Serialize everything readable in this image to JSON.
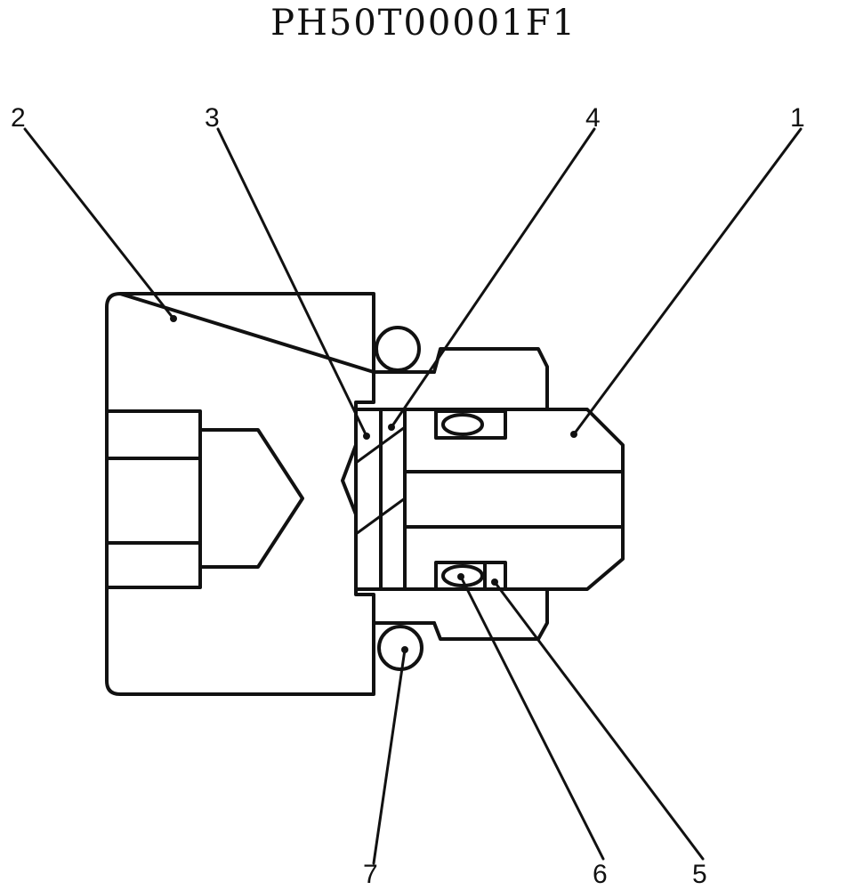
{
  "title": "PH50T00001F1",
  "callouts": [
    {
      "id": "2",
      "label": "2"
    },
    {
      "id": "3",
      "label": "3"
    },
    {
      "id": "4",
      "label": "4"
    },
    {
      "id": "1",
      "label": "1"
    },
    {
      "id": "7",
      "label": "7"
    },
    {
      "id": "6",
      "label": "6"
    },
    {
      "id": "5",
      "label": "5"
    }
  ]
}
